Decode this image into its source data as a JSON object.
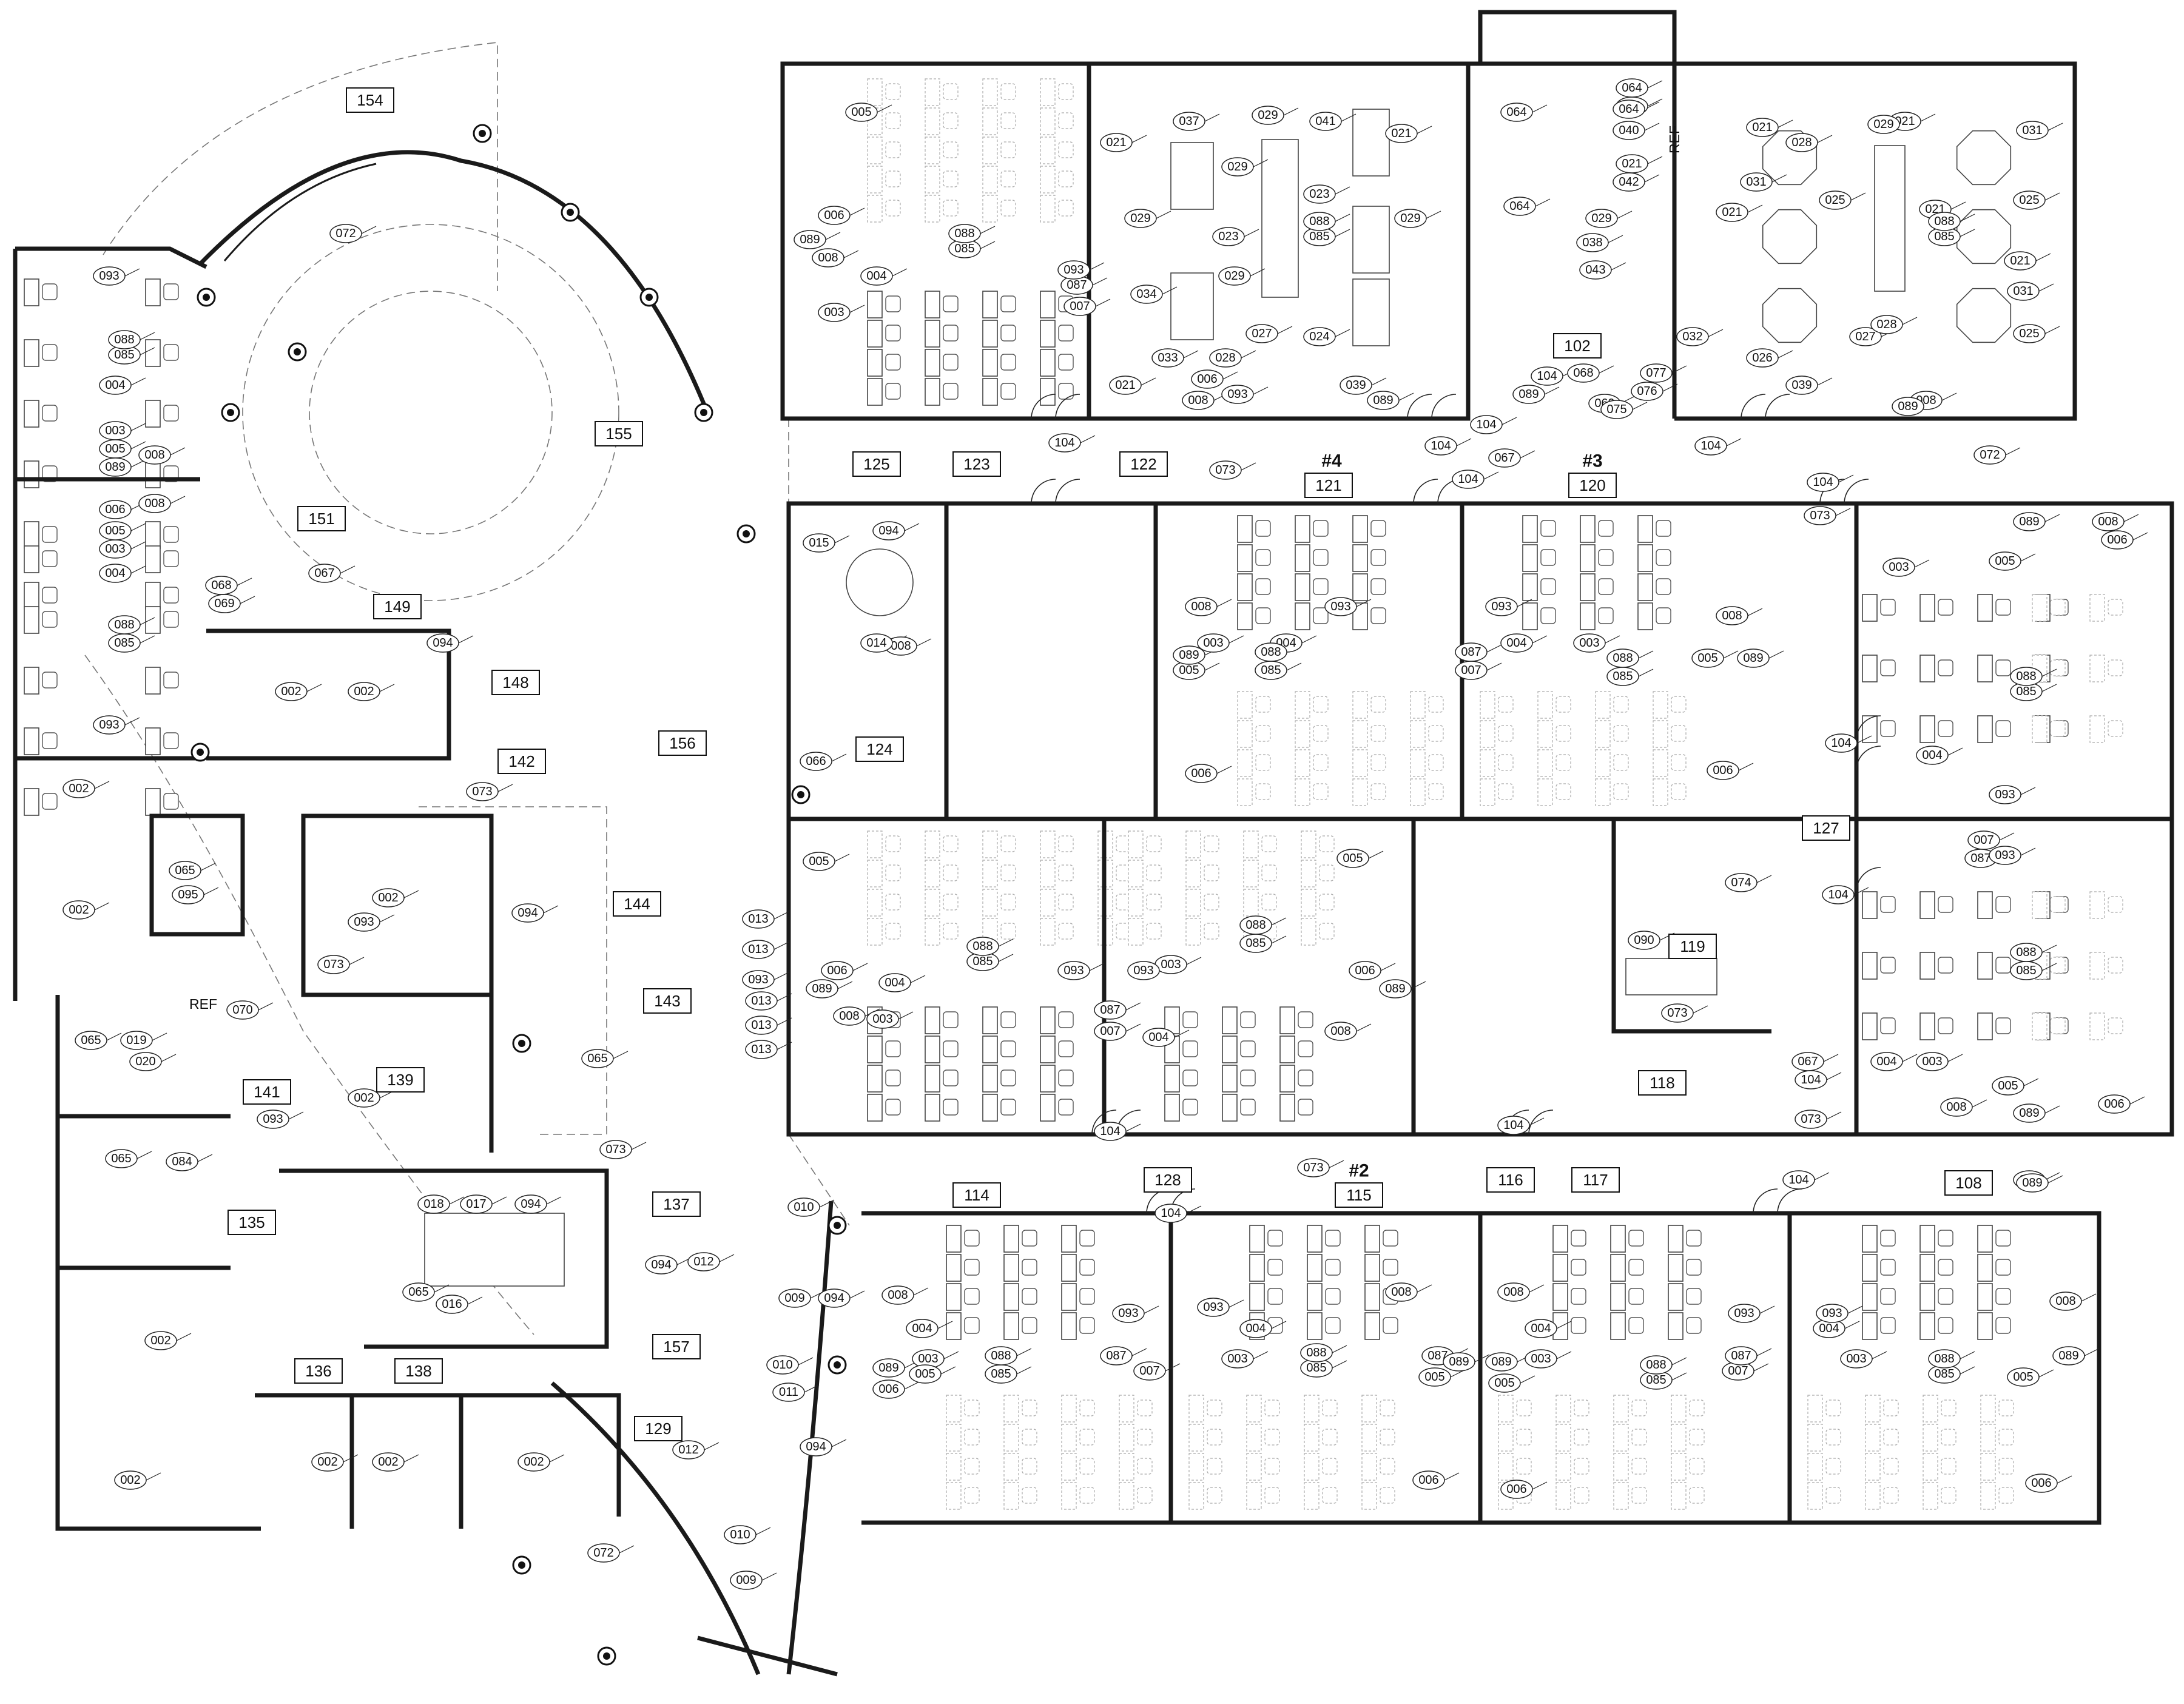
{
  "drawing": {
    "zone_labels": [
      "#4",
      "#3",
      "#2"
    ],
    "room_numbers": [
      "154",
      "155",
      "151",
      "149",
      "148",
      "156",
      "142",
      "144",
      "143",
      "141",
      "139",
      "135",
      "137",
      "136",
      "138",
      "129",
      "157",
      "125",
      "123",
      "122",
      "121",
      "120",
      "124",
      "102",
      "127",
      "119",
      "118",
      "116",
      "117",
      "114",
      "128",
      "115",
      "108"
    ],
    "furniture_tags": [
      "002",
      "003",
      "004",
      "005",
      "006",
      "007",
      "008",
      "009",
      "010",
      "011",
      "012",
      "013",
      "014",
      "015",
      "016",
      "017",
      "018",
      "019",
      "020",
      "021",
      "023",
      "024",
      "025",
      "026",
      "027",
      "028",
      "029",
      "031",
      "032",
      "033",
      "034",
      "037",
      "038",
      "039",
      "040",
      "041",
      "042",
      "043",
      "064",
      "065",
      "066",
      "067",
      "068",
      "069",
      "070",
      "072",
      "073",
      "074",
      "075",
      "076",
      "077",
      "084",
      "085",
      "087",
      "088",
      "089",
      "090",
      "093",
      "094",
      "095",
      "104"
    ],
    "text_labels": [
      "REF",
      "REF"
    ]
  }
}
